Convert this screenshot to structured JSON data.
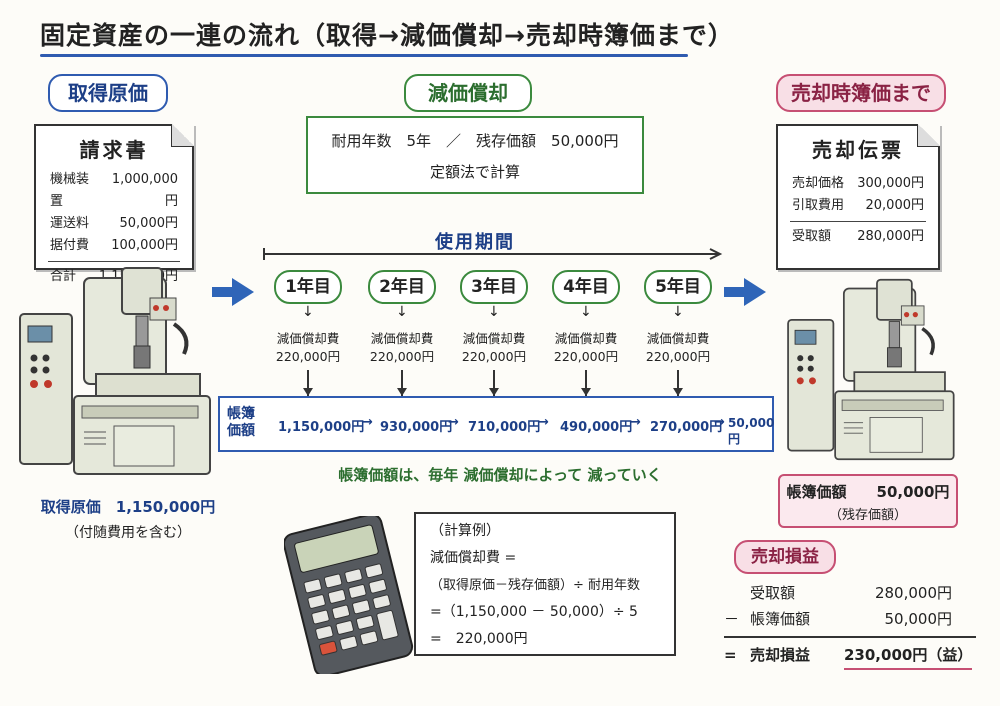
{
  "title": "固定資産の一連の流れ（取得→減価償却→売却時簿価まで）",
  "sections": {
    "acquisition": "取得原価",
    "depreciation": "減価償却",
    "sale": "売却時簿価まで"
  },
  "invoice": {
    "title": "請求書",
    "items": [
      {
        "label": "機械装置",
        "value": "1,000,000円"
      },
      {
        "label": "運送料",
        "value": "50,000円"
      },
      {
        "label": "据付費",
        "value": "100,000円"
      }
    ],
    "total_label": "合計",
    "total_value": "1,150,000円"
  },
  "acquisition_caption": {
    "line1": "取得原価　1,150,000円",
    "line2": "（付随費用を含む）"
  },
  "depreciation_info": {
    "line1": "耐用年数　5年　／　残存価額　50,000円",
    "line2": "定額法で計算"
  },
  "period_label": "使用期間",
  "years": [
    {
      "label": "1年目",
      "dep_label": "減価償却費",
      "dep_value": "220,000円"
    },
    {
      "label": "2年目",
      "dep_label": "減価償却費",
      "dep_value": "220,000円"
    },
    {
      "label": "3年目",
      "dep_label": "減価償却費",
      "dep_value": "220,000円"
    },
    {
      "label": "4年目",
      "dep_label": "減価償却費",
      "dep_value": "220,000円"
    },
    {
      "label": "5年目",
      "dep_label": "減価償却費",
      "dep_value": "220,000円"
    }
  ],
  "book_value": {
    "label_line1": "帳簿",
    "label_line2": "価額",
    "values": [
      "1,150,000円",
      "930,000円",
      "710,000円",
      "490,000円",
      "270,000円",
      "50,000円"
    ]
  },
  "book_value_note": "帳簿価額は、毎年 減価償却によって 減っていく",
  "calculation": {
    "title": "（計算例）",
    "line1": "減価償却費 =",
    "line2": "（取得原価－残存価額）÷ 耐用年数",
    "line3": "=（1,150,000 － 50,000）÷ 5",
    "line4": "=　220,000円"
  },
  "sale_slip": {
    "title": "売却伝票",
    "items": [
      {
        "label": "売却価格",
        "value": "300,000円"
      },
      {
        "label": "引取費用",
        "value": "20,000円"
      }
    ],
    "total_label": "受取額",
    "total_value": "280,000円"
  },
  "book_value_end": {
    "line1": "帳簿価額　　50,000円",
    "line2": "（残存価額）"
  },
  "gain_loss": {
    "title": "売却損益",
    "rows": [
      {
        "op": "",
        "label": "受取額",
        "value": "280,000円"
      },
      {
        "op": "－",
        "label": "帳簿価額",
        "value": "50,000円"
      }
    ],
    "result": {
      "op": "=",
      "label": "売却損益",
      "value": "230,000円（益）"
    }
  },
  "colors": {
    "blue": "#2f5bb0",
    "green": "#3b8a3e",
    "pink": "#c64f73",
    "arrow": "#2f65b8"
  }
}
